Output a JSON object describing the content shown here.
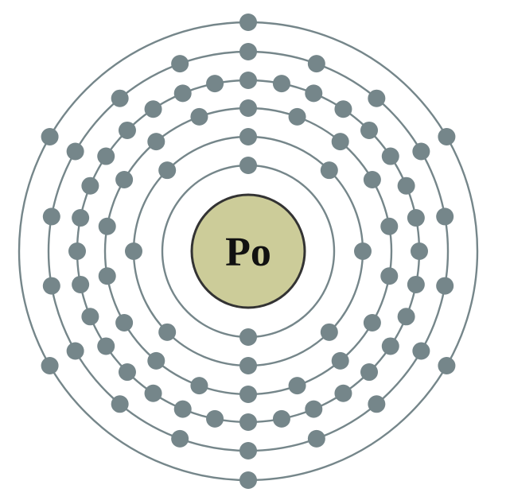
{
  "atom": {
    "symbol": "Po",
    "electrons_per_shell": [
      2,
      8,
      18,
      32,
      18,
      6
    ]
  },
  "colors": {
    "shell": "#75868a",
    "electron": "#75868a",
    "nucleus_fill": "#cccc99",
    "nucleus_stroke": "#333333",
    "background": "#ffffff"
  }
}
